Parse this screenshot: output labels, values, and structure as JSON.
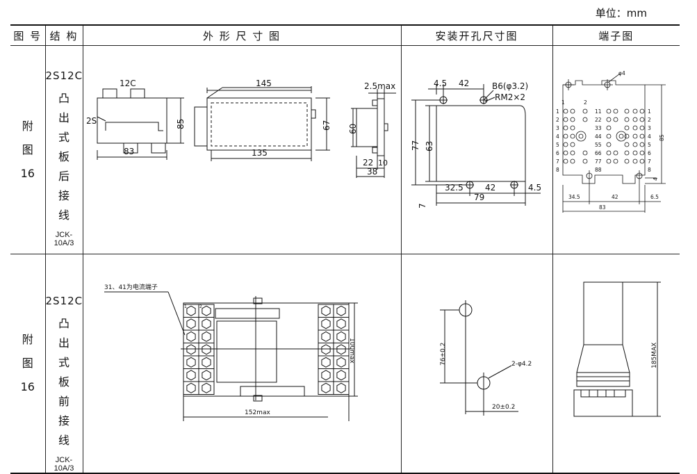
{
  "unit_label": "单位：mm",
  "headers": {
    "fig_no": "图 号",
    "structure": "结 构",
    "outline": "外 形 尺 寸 图",
    "mounting": "安装开孔尺寸图",
    "terminal": "端子图"
  },
  "rows": [
    {
      "fig_no_chars": [
        "附",
        "图",
        "16"
      ],
      "model": "2S12C",
      "desc_chars": [
        "凸",
        "出",
        "式",
        "板",
        "后",
        "接",
        "线"
      ],
      "code": "JCK-10A/3"
    },
    {
      "fig_no_chars": [
        "附",
        "图",
        "16"
      ],
      "model": "2S12C",
      "desc_chars": [
        "凸",
        "出",
        "式",
        "板",
        "前",
        "接",
        "线"
      ],
      "code": "JCK-10A/3"
    }
  ],
  "row1": {
    "outline": {
      "label_12c": "12C",
      "label_2s": "2S",
      "dim_85": "85",
      "dim_83": "83",
      "dim_145": "145",
      "dim_135": "135",
      "dim_67": "67",
      "dim_60": "60",
      "dim_25max": "2.5max",
      "dim_22": "22",
      "dim_10": "10",
      "dim_38": "38"
    },
    "mounting": {
      "dim_45_top": "4.5",
      "dim_42_top": "42",
      "hole_b6": "B6(φ3.2)",
      "hole_rm": "RM2×2",
      "dim_77": "77",
      "dim_63": "63",
      "dim_7": "7",
      "dim_325": "32.5",
      "dim_42_bot": "42",
      "dim_45_bot": "4.5",
      "dim_79": "79"
    },
    "terminal": {
      "phi4": "φ4",
      "left_nums": [
        "1",
        "2",
        "3",
        "4",
        "5",
        "6",
        "7",
        "8"
      ],
      "mid_nums": [
        "11",
        "22",
        "33",
        "44",
        "55",
        "66",
        "77",
        "88"
      ],
      "right_nums": [
        "1",
        "2",
        "3",
        "4",
        "5",
        "6",
        "7",
        "8"
      ],
      "top_1": "1",
      "top_2": "2",
      "dim_85": "85",
      "dim_4": "4",
      "dim_345": "34.5",
      "dim_42": "42",
      "dim_65": "6.5",
      "dim_83": "83"
    }
  },
  "row2": {
    "outline": {
      "note": "31、41为电流端子",
      "term_1": "1",
      "term_2": "2",
      "dim_100max": "100max",
      "dim_152max": "152max"
    },
    "mounting": {
      "dim_76": "76±0.2",
      "hole": "2-φ4.2",
      "dim_20": "20±0.2"
    },
    "terminal": {
      "dim_185max": "185MAX"
    }
  }
}
